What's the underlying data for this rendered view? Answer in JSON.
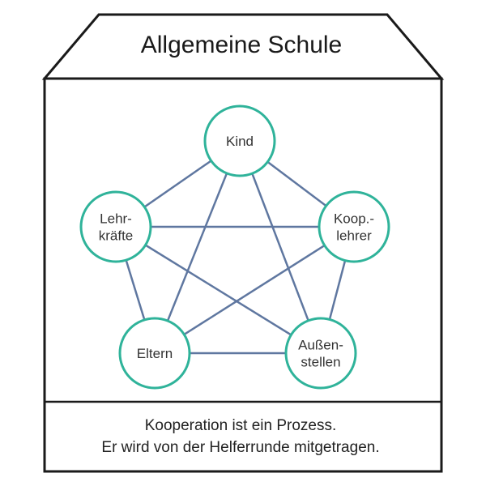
{
  "title": "Allgemeine Schule",
  "nodes": [
    {
      "id": "kind",
      "lines": [
        "Kind"
      ]
    },
    {
      "id": "koop-lehrer",
      "lines": [
        "Koop.-",
        "lehrer"
      ]
    },
    {
      "id": "aussenstellen",
      "lines": [
        "Außen-",
        "stellen"
      ]
    },
    {
      "id": "eltern",
      "lines": [
        "Eltern"
      ]
    },
    {
      "id": "lehrkraefte",
      "lines": [
        "Lehr-",
        "kräfte"
      ]
    }
  ],
  "footer": {
    "line1": "Kooperation ist ein Prozess.",
    "line2": "Er wird von der Helferrunde mitgetragen."
  },
  "colors": {
    "node_stroke": "#2fb39a",
    "edge": "#5f77a0",
    "outline": "#1a1a1a"
  }
}
